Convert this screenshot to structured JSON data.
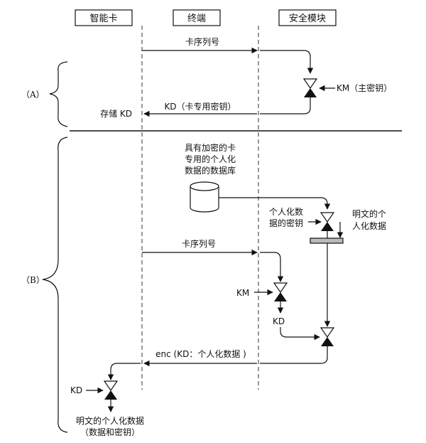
{
  "participants": {
    "card": "智能卡",
    "terminal": "终端",
    "security_module": "安全模块"
  },
  "section_a": {
    "label": "（A）",
    "msg_serial": "卡序列号",
    "km_label": "KM（主密钥）",
    "msg_kd": "KD（卡专用密钥）",
    "store_kd": "存储 KD"
  },
  "section_b": {
    "label": "（B）",
    "database_line1": "具有加密的卡",
    "database_line2": "专用的个人化",
    "database_line3": "数据的数据库",
    "perso_key_line1": "个人化数",
    "perso_key_line2": "据的密钥",
    "plain_data_line1": "明文的个",
    "plain_data_line2": "人化数据",
    "msg_serial": "卡序列号",
    "km": "KM",
    "kd": "KD",
    "msg_enc": "enc (KD：个人化数据 )",
    "card_kd": "KD",
    "output_line1": "明文的个人化数据",
    "output_line2": "（数据和密钥）"
  }
}
